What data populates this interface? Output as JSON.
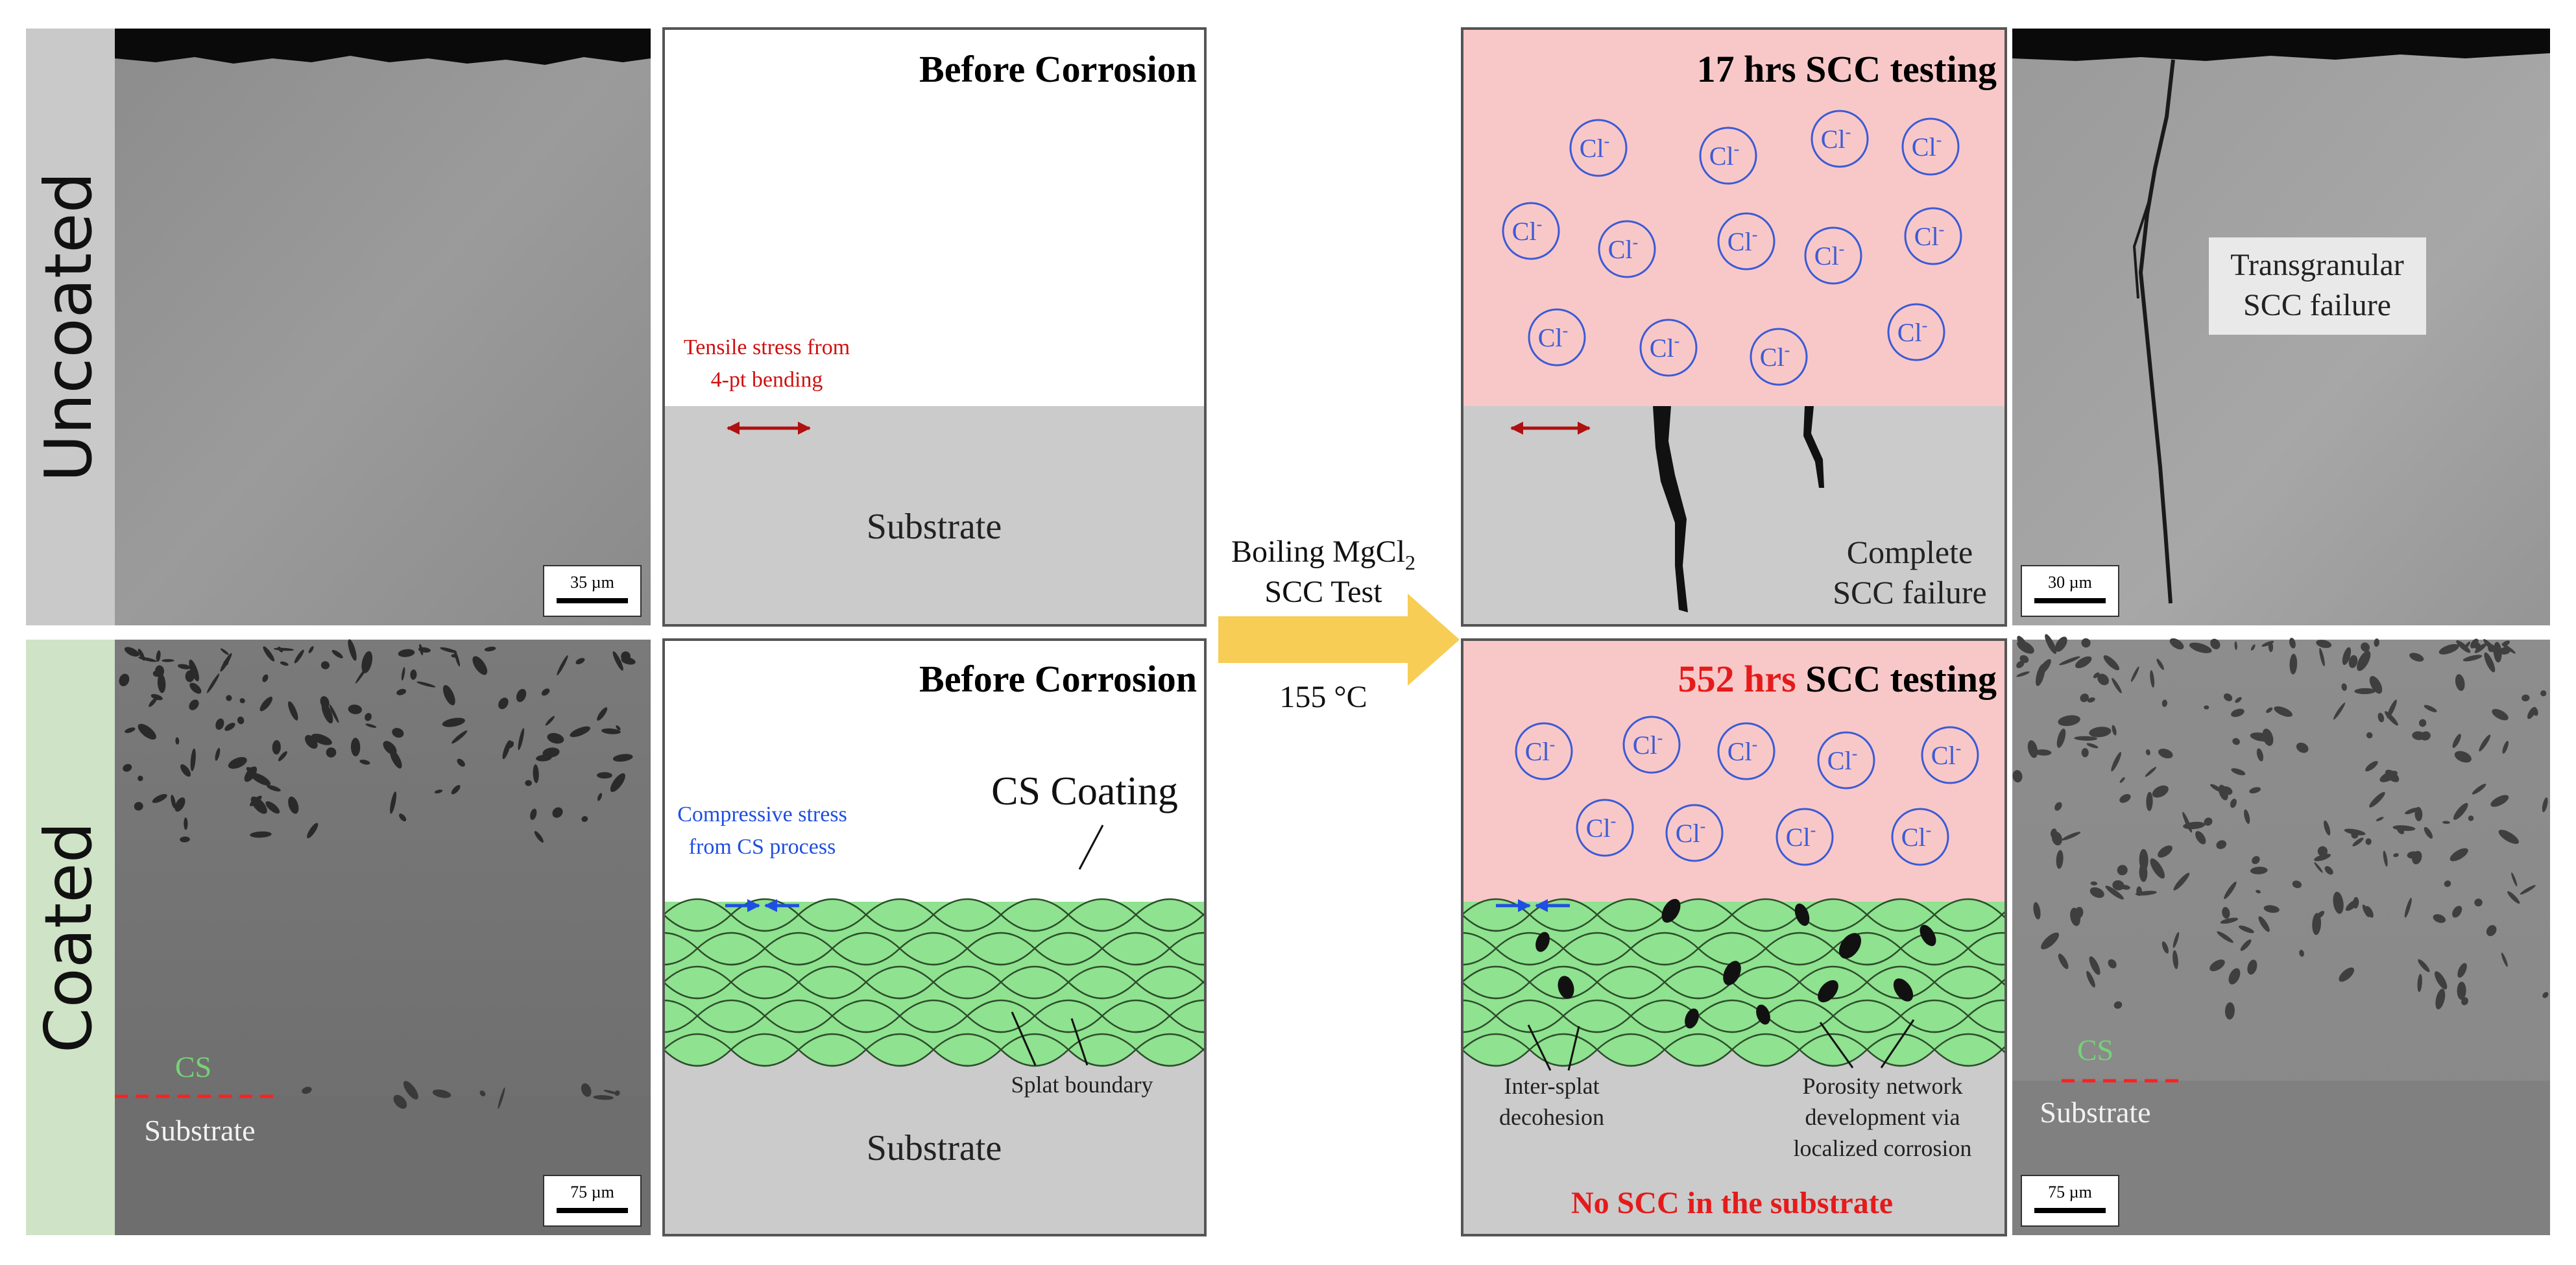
{
  "row_labels": {
    "top": "Uncoated",
    "bottom": "Coated"
  },
  "panels": {
    "uncoated_before": {
      "title": "Before Corrosion",
      "stress_line1": "Tensile stress from",
      "stress_line2": "4-pt bending",
      "substrate": "Substrate"
    },
    "uncoated_after": {
      "title": "17 hrs SCC testing",
      "ion": "Cl",
      "ion_charge": "-",
      "failure_line1": "Complete",
      "failure_line2": "SCC failure"
    },
    "coated_before": {
      "title": "Before Corrosion",
      "coating": "CS Coating",
      "stress_line1": "Compressive stress",
      "stress_line2": "from CS process",
      "splat": "Splat boundary",
      "substrate": "Substrate"
    },
    "coated_after": {
      "title_hours": "552 hrs",
      "title_rest": " SCC testing",
      "ion": "Cl",
      "ion_charge": "-",
      "interslat_line1": "Inter-splat",
      "interslat_line2": "decohesion",
      "porosity_line1": "Porosity network",
      "porosity_line2": "development via",
      "porosity_line3": "localized corrosion",
      "no_scc": "No SCC in the substrate"
    }
  },
  "micrographs": {
    "uncoated_left_scale": "35 µm",
    "uncoated_right_scale": "30 µm",
    "uncoated_right_label_line1": "Transgranular",
    "uncoated_right_label_line2": "SCC failure",
    "coated_left_scale": "75 µm",
    "coated_left_cs": "CS",
    "coated_left_substrate": "Substrate",
    "coated_right_scale": "75 µm",
    "coated_right_cs": "CS",
    "coated_right_substrate": "Substrate"
  },
  "test": {
    "line1": "Boiling MgCl",
    "line1_sub": "2",
    "line2": "SCC Test",
    "temperature": "155 °C"
  },
  "colors": {
    "tab_uncoated": "#c9c9c9",
    "tab_coated": "#cfe3c6",
    "solution_pink": "#f8c8c8",
    "substrate_grey": "#cbcbcb",
    "coating_green": "#8fe28f",
    "arrow_yellow": "#f7cd55",
    "ion_blue": "#3b5bd6",
    "tensile_red": "#d01010",
    "compressive_blue": "#1f4fe0",
    "emphasis_red": "#e51b1b",
    "cs_green": "#77d277"
  }
}
